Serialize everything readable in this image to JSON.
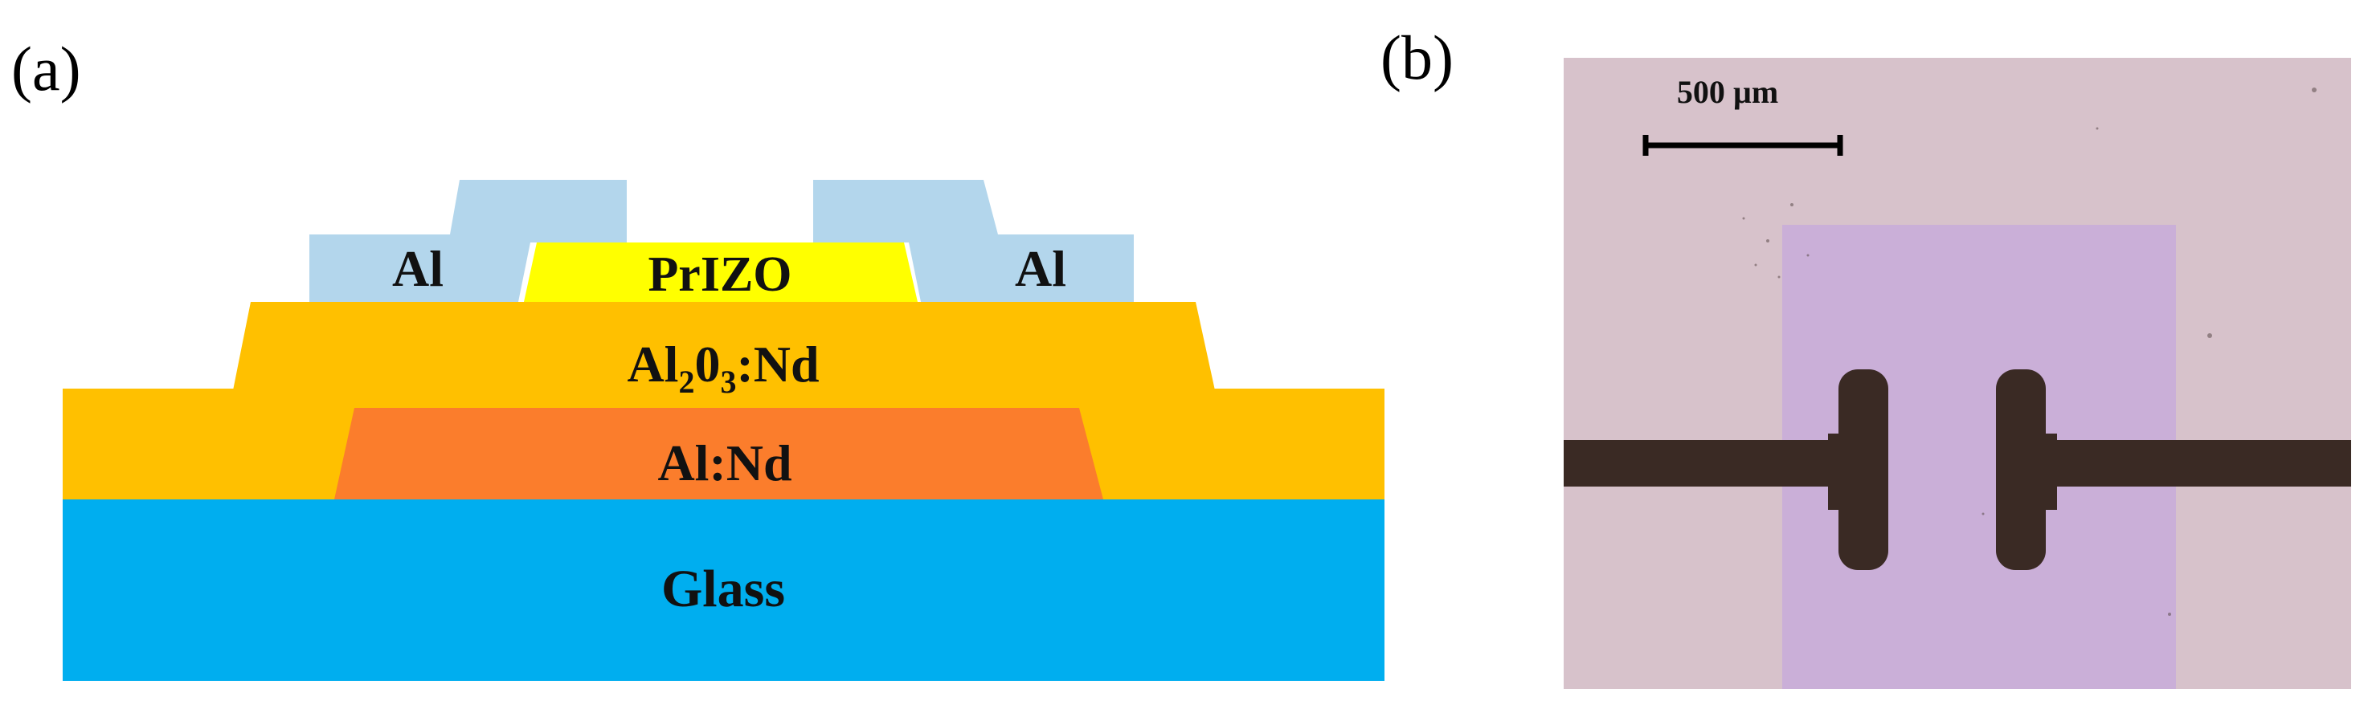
{
  "panel_a": {
    "label": "(a)",
    "layers": {
      "glass": {
        "label": "Glass",
        "color": "#00aeef"
      },
      "gate": {
        "label": "Al:Nd",
        "color": "#fb7d2c"
      },
      "dielectric": {
        "label_main": "Al",
        "label_sub1": "2",
        "label_mid": "0",
        "label_sub2": "3",
        "label_tail": ":Nd",
        "color": "#ffc000"
      },
      "semiconductor": {
        "label": "PrIZO",
        "color": "#ffff00"
      },
      "source": {
        "label": "Al",
        "color": "#b3d6ec"
      },
      "drain": {
        "label": "Al",
        "color": "#b3d6ec"
      }
    }
  },
  "panel_b": {
    "label": "(b)",
    "scale_bar": {
      "label": "500 µm"
    },
    "colors": {
      "background": "#d7c2cb",
      "active_region": "#c9aed8",
      "electrode": "#3a2a24"
    }
  }
}
